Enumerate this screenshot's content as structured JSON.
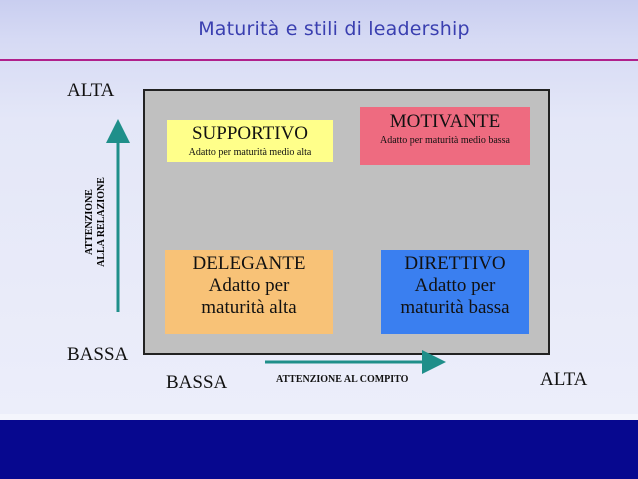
{
  "title": "Maturità e stili di leadership",
  "y_axis": {
    "high_label": "ALTA",
    "low_label": "BASSA",
    "caption_line1": "ATTENZIONE",
    "caption_line2": "ALLA RELAZIONE"
  },
  "x_axis": {
    "low_label": "BASSA",
    "high_label": "ALTA",
    "caption": "ATTENZIONE AL COMPITO"
  },
  "quadrants": {
    "supportivo": {
      "title": "SUPPORTIVO",
      "description": "Adatto per maturità medio alta"
    },
    "motivante": {
      "title": "MOTIVANTE",
      "description": "Adatto per maturità medio bassa"
    },
    "delegante": {
      "title": "DELEGANTE",
      "description": "Adatto per maturità alta"
    },
    "direttivo": {
      "title": "DIRETTIVO",
      "description": "Adatto per maturità bassa"
    }
  },
  "colors": {
    "supportivo": "#ffff8a",
    "motivante": "#ee6b80",
    "delegante": "#f8c277",
    "direttivo": "#3a7ff0",
    "arrow": "#1f8f8a",
    "title": "#3a3fb0",
    "footer": "#07088f"
  }
}
